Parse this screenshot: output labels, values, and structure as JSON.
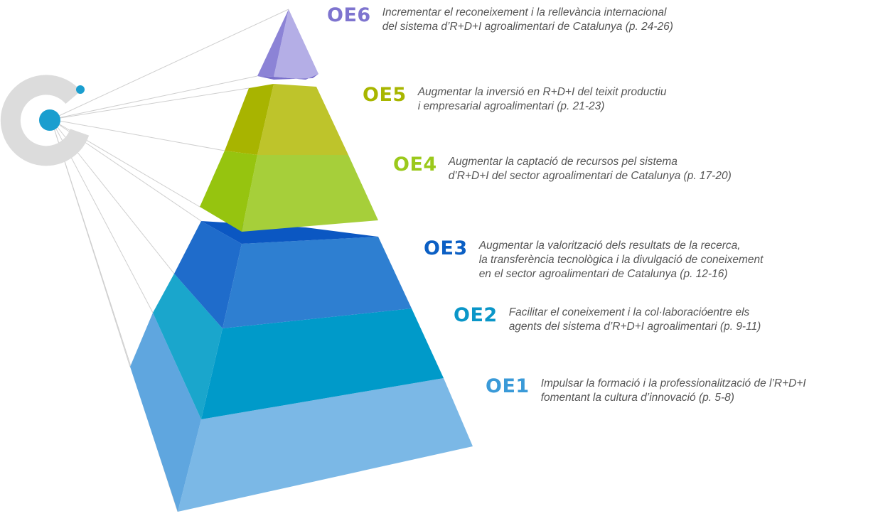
{
  "colors": {
    "oe6": "#7e74cf",
    "oe5": "#a8b600",
    "oe4": "#9bc91c",
    "oe3": "#0b5fc4",
    "oe2": "#0a96c8",
    "oe1": "#3a9ad8",
    "logo_ring": "#dcdcdc",
    "logo_dot": "#1a9ecf",
    "connector": "#cfcfcf"
  },
  "logo": {
    "icon": "organization-logo-icon"
  },
  "objectives": [
    {
      "code": "OE6",
      "lines": [
        "Incrementar el reconeixement i la rellevància internacional",
        "del sistema d’R+D+I agroalimentari de Catalunya (p. 24-26)"
      ]
    },
    {
      "code": "OE5",
      "lines": [
        "Augmentar la inversió en R+D+I del teixit productiu",
        "i empresarial agroalimentari (p. 21-23)"
      ]
    },
    {
      "code": "OE4",
      "lines": [
        "Augmentar la captació de recursos pel sistema",
        "d’R+D+I del sector agroalimentari de Catalunya (p. 17-20)"
      ]
    },
    {
      "code": "OE3",
      "lines": [
        "Augmentar la valorització dels resultats de la recerca,",
        "la transferència tecnològica i la divulgació de coneixement",
        "en el sector agroalimentari de Catalunya (p. 12-16)"
      ]
    },
    {
      "code": "OE2",
      "lines": [
        "Facilitar el coneixement i la col·laboracióentre els",
        "agents del sistema d’R+D+I agroalimentari (p. 9-11)"
      ]
    },
    {
      "code": "OE1",
      "lines": [
        "Impulsar la formació i la professionalització de l’R+D+I",
        "fomentant la cultura d’innovació (p. 5-8)"
      ]
    }
  ]
}
